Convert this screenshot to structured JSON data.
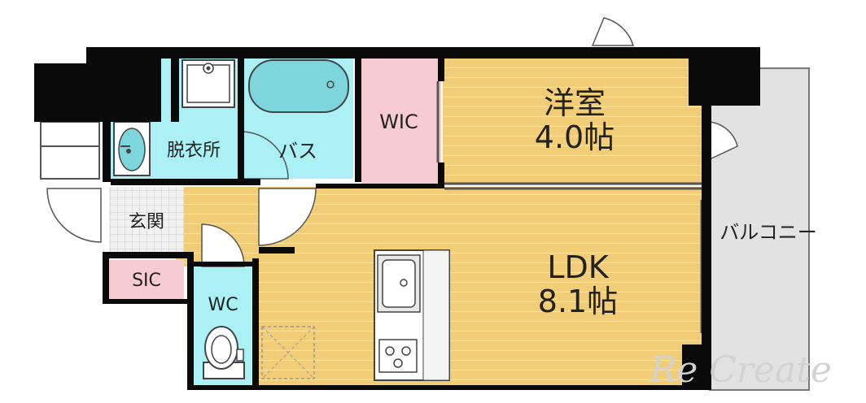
{
  "floor_plan": {
    "rooms": {
      "western_room": {
        "name": "洋室",
        "size": "4.0帖"
      },
      "ldk": {
        "name": "LDK",
        "size": "8.1帖"
      },
      "wic": {
        "name": "WIC"
      },
      "bath": {
        "name": "バス"
      },
      "dressing": {
        "name": "脱衣所"
      },
      "entrance": {
        "name": "玄関"
      },
      "sic": {
        "name": "SIC"
      },
      "wc": {
        "name": "WC"
      },
      "balcony": {
        "name": "バルコニー"
      }
    },
    "watermark": "Re Create"
  },
  "colors": {
    "wall": "#0a0a0a",
    "wood_floor": "#f0cd76",
    "wood_line": "#fbe3a2",
    "wet_area": "#aaf0f4",
    "wic_pink": "#f6ccd2",
    "balcony_gray": "#e2e2e2",
    "entrance_tile": "#dadada",
    "watermark": "#d2d2d2"
  }
}
